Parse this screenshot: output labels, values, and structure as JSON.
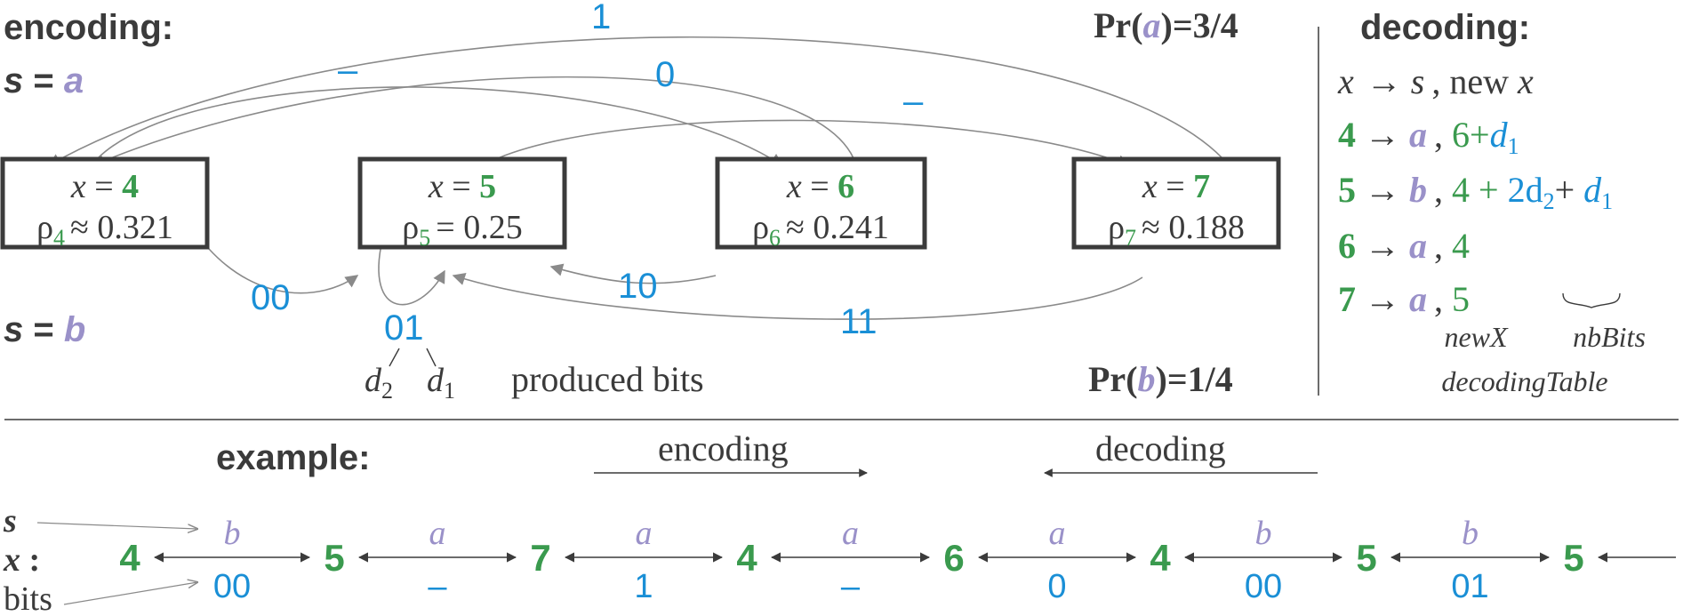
{
  "colors": {
    "dark": "#3b3b3b",
    "green": "#3a9a4e",
    "blue": "#1a8fd6",
    "purple": "#9a91c9",
    "gray": "#8a8a8a"
  },
  "encoding_section": {
    "heading": "encoding:",
    "s_label": "s",
    "equals": " = ",
    "sym_a": "a",
    "sym_b": "b",
    "pr_a": {
      "prefix": "Pr(",
      "sym": "a",
      "suffix": ")=3/4"
    },
    "pr_b": {
      "prefix": "Pr(",
      "sym": "b",
      "suffix": ")=1/4"
    },
    "states": [
      {
        "x_label": "x",
        "eq": " = ",
        "x": "4",
        "rho": "ρ",
        "sub": "4",
        "approx": "≈ 0.321"
      },
      {
        "x_label": "x",
        "eq": " = ",
        "x": "5",
        "rho": "ρ",
        "sub": "5",
        "approx": "= 0.25"
      },
      {
        "x_label": "x",
        "eq": " = ",
        "x": "6",
        "rho": "ρ",
        "sub": "6",
        "approx": "≈ 0.241"
      },
      {
        "x_label": "x",
        "eq": " = ",
        "x": "7",
        "rho": "ρ",
        "sub": "7",
        "approx": "≈ 0.188"
      }
    ],
    "arc_labels": {
      "top_1": "1",
      "top_dash_left": "–",
      "top_0": "0",
      "top_dash_right": "–",
      "bottom_00": "00",
      "bottom_01": "01",
      "bottom_10": "10",
      "bottom_11": "11"
    },
    "d2": "d",
    "d2_sub": "2",
    "d1": "d",
    "d1_sub": "1",
    "produced_bits": "produced bits"
  },
  "decoding_section": {
    "heading": "decoding:",
    "header_row": {
      "x": "x",
      "arrow": "→",
      "s": "s",
      "rest": ", new",
      "x2": "x"
    },
    "rows": [
      {
        "x": "4",
        "arrow": "→",
        "s": "a",
        "comma": ",",
        "new_x": "6+",
        "d": "d",
        "d_sub": "1"
      },
      {
        "x": "5",
        "arrow": "→",
        "s": "b",
        "comma": ",",
        "new_x": "4 + ",
        "extra": "2d",
        "extra_sub": "2",
        "plus": "+ ",
        "d": "d",
        "d_sub": "1"
      },
      {
        "x": "6",
        "arrow": "→",
        "s": "a",
        "comma": ",",
        "new_x": "4"
      },
      {
        "x": "7",
        "arrow": "→",
        "s": "a",
        "comma": ",",
        "new_x": "5"
      }
    ],
    "brace": "}",
    "newX": "newX",
    "nbBits": "nbBits",
    "decodingTable": "decodingTable"
  },
  "example_section": {
    "heading": "example:",
    "encoding_label": "encoding",
    "decoding_label": "decoding",
    "row_s": "s",
    "row_x": "x",
    "row_x_colon": " :",
    "row_bits": "bits",
    "states": [
      "4",
      "5",
      "7",
      "4",
      "6",
      "4",
      "5",
      "5"
    ],
    "symbols": [
      "b",
      "a",
      "a",
      "a",
      "a",
      "b",
      "b"
    ],
    "bits": [
      "00",
      "–",
      "1",
      "–",
      "0",
      "00",
      "01"
    ]
  }
}
